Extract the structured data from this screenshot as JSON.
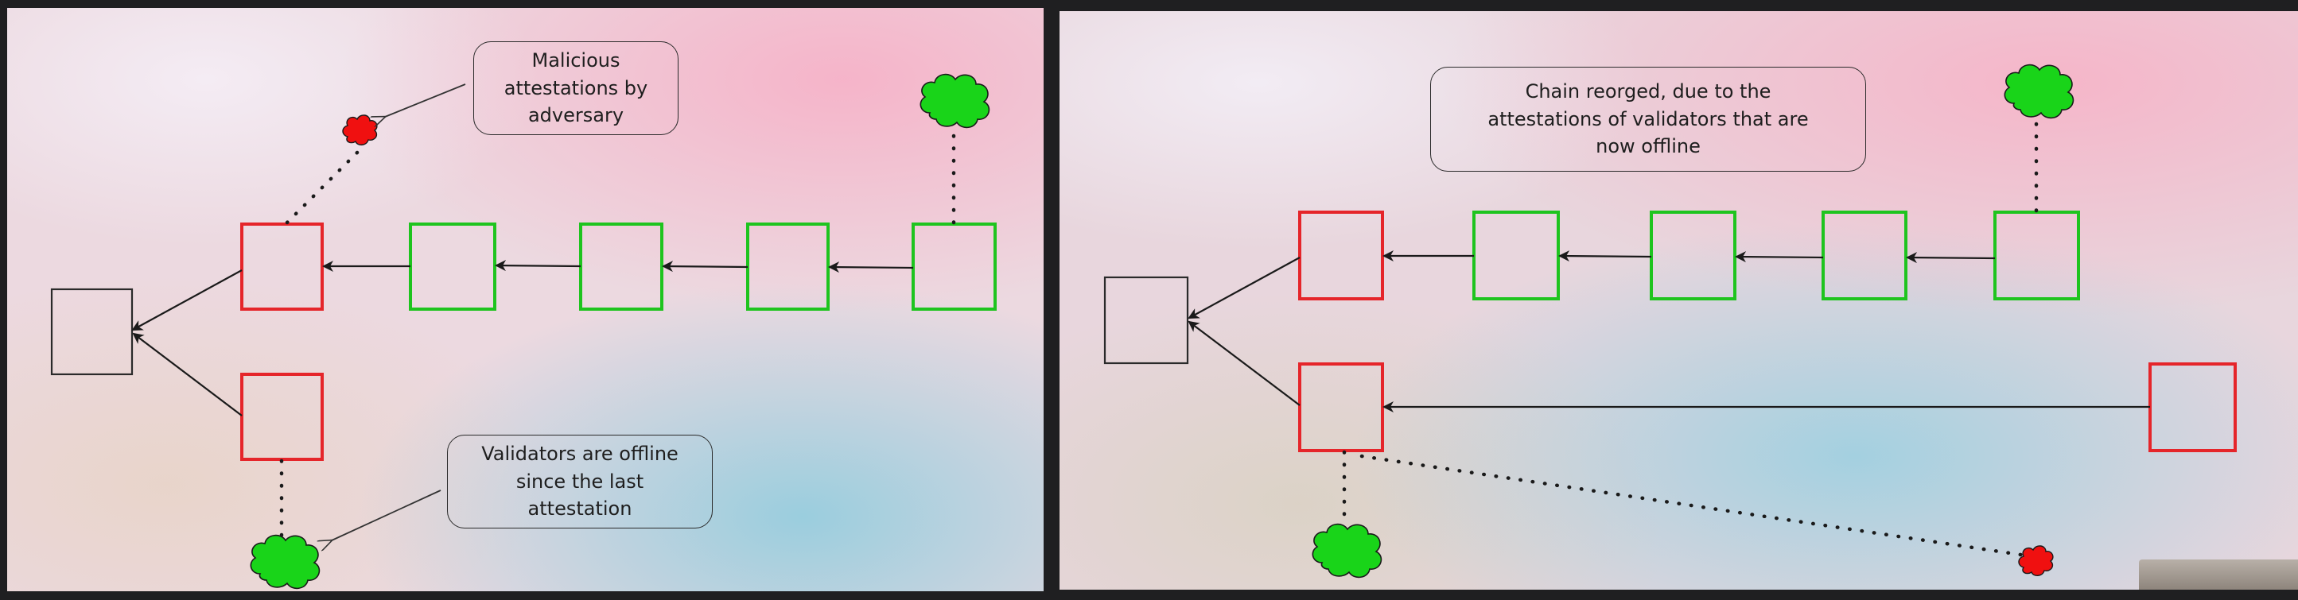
{
  "left_panel": {
    "note_malicious": "Malicious\nattestations by\nadversary",
    "note_offline": "Validators are offline\nsince the last\nattestation"
  },
  "right_panel": {
    "note_reorg": "Chain reorged, due to the\nattestations of validators that are\nnow offline"
  },
  "colors": {
    "honest_block": "#1ec41e",
    "adversary_block": "#e5252a",
    "genesis_block": "#2a2a2a",
    "honest_validators": "#19d419",
    "adversary": "#f01010"
  },
  "icons": {
    "honest_validators": "cloud-icon",
    "adversary": "cloud-icon"
  }
}
